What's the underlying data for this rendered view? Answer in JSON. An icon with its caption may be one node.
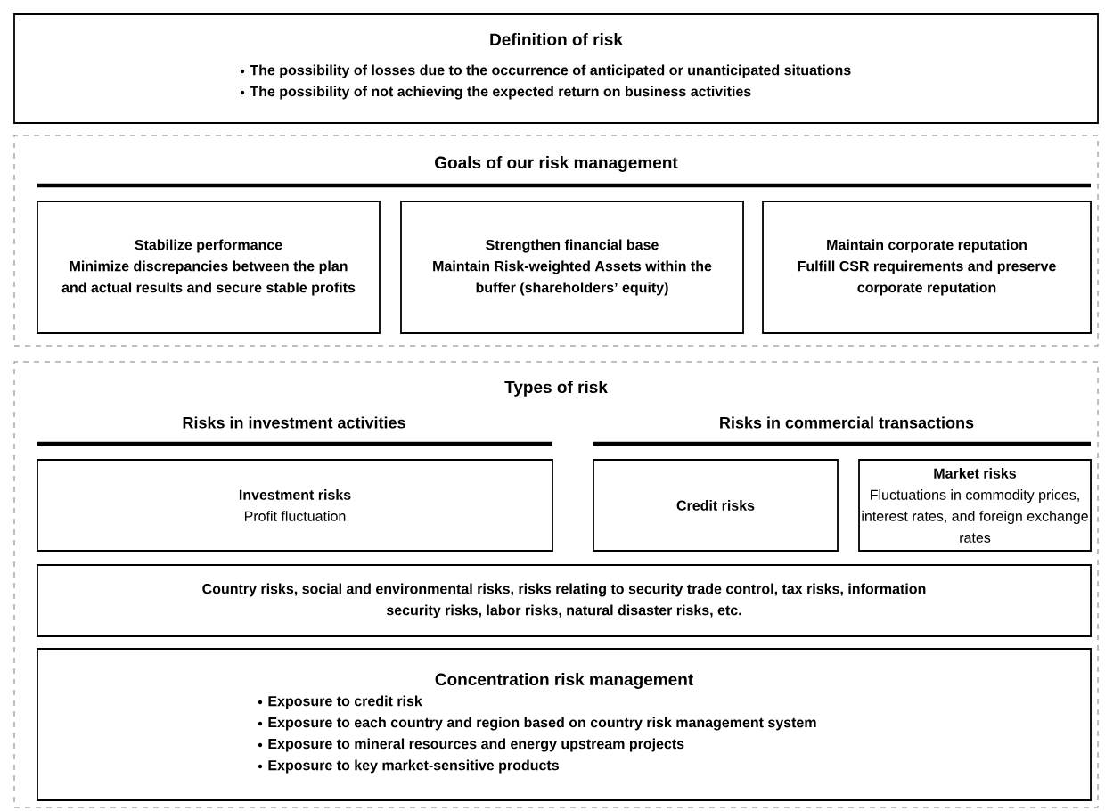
{
  "diagram": {
    "nodes": [
      {
        "text": [
          "Definition of risk",
          "The possibility of losses due to the occurrence of anticipated or unanticipated situations",
          "The possibility of not achieving the expected return on business activities"
        ]
      },
      {
        "text": [
          "Goals of our risk management"
        ]
      },
      {
        "text": [
          "Stabilize performance",
          "Minimize discrepancies between the plan and actual results and secure stable profits"
        ],
        "in": 1
      },
      {
        "text": [
          "Strengthen financial base",
          "Maintain Risk-weighted Assets within the buffer (shareholders’ equity)"
        ],
        "in": 1
      },
      {
        "text": [
          "Maintain corporate reputation",
          "Fulfill CSR requirements and preserve corporate reputation"
        ],
        "in": 1
      },
      {
        "text": [
          "Types of risk"
        ]
      },
      {
        "text": [
          "Investment risks",
          "Profit fluctuation"
        ],
        "in": 5
      },
      {
        "text": [
          "Credit risks"
        ],
        "in": 5
      },
      {
        "text": [
          "Market risks",
          "Fluctuations in commodity prices, interest rates, and foreign exchange rates"
        ],
        "in": 5
      },
      {
        "text": [
          "Country risks, social and environmental risks, risks relating to security trade control, tax risks, information security risks, labor risks, natural disaster risks, etc."
        ],
        "in": 5
      },
      {
        "text": [
          "Concentration risk management",
          "Exposure to credit risk",
          "Exposure to each country and region based on country risk management system",
          "Exposure to mineral resources and energy upstream projects",
          "Exposure to key market-sensitive products"
        ],
        "in": 5
      }
    ],
    "labels": [
      "Risks in investment activities",
      "Risks in commercial transactions"
    ]
  }
}
